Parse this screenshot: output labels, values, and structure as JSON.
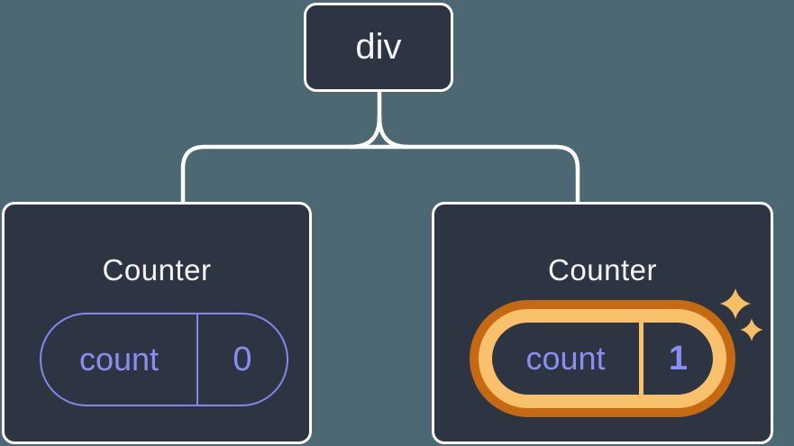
{
  "root_node": {
    "label": "div"
  },
  "cards": [
    {
      "title": "Counter",
      "state_key": "count",
      "state_value": "0",
      "highlighted": false
    },
    {
      "title": "Counter",
      "state_key": "count",
      "state_value": "1",
      "highlighted": true
    }
  ],
  "icons": [
    "sparkle-large-icon",
    "sparkle-small-icon"
  ],
  "colors": {
    "canvas_background": "#4C6872",
    "node_fill": "#2D3543",
    "node_border": "#FFFFFF",
    "connector": "#FFFFFF",
    "node_text": "#F3F5F9",
    "state_accent_border": "#8286EE",
    "state_accent_text": "#8A8DF2",
    "highlight_dark_orange": "#C66A12",
    "highlight_light_orange": "#F9C16C",
    "sparkle": "#F6BF65"
  }
}
